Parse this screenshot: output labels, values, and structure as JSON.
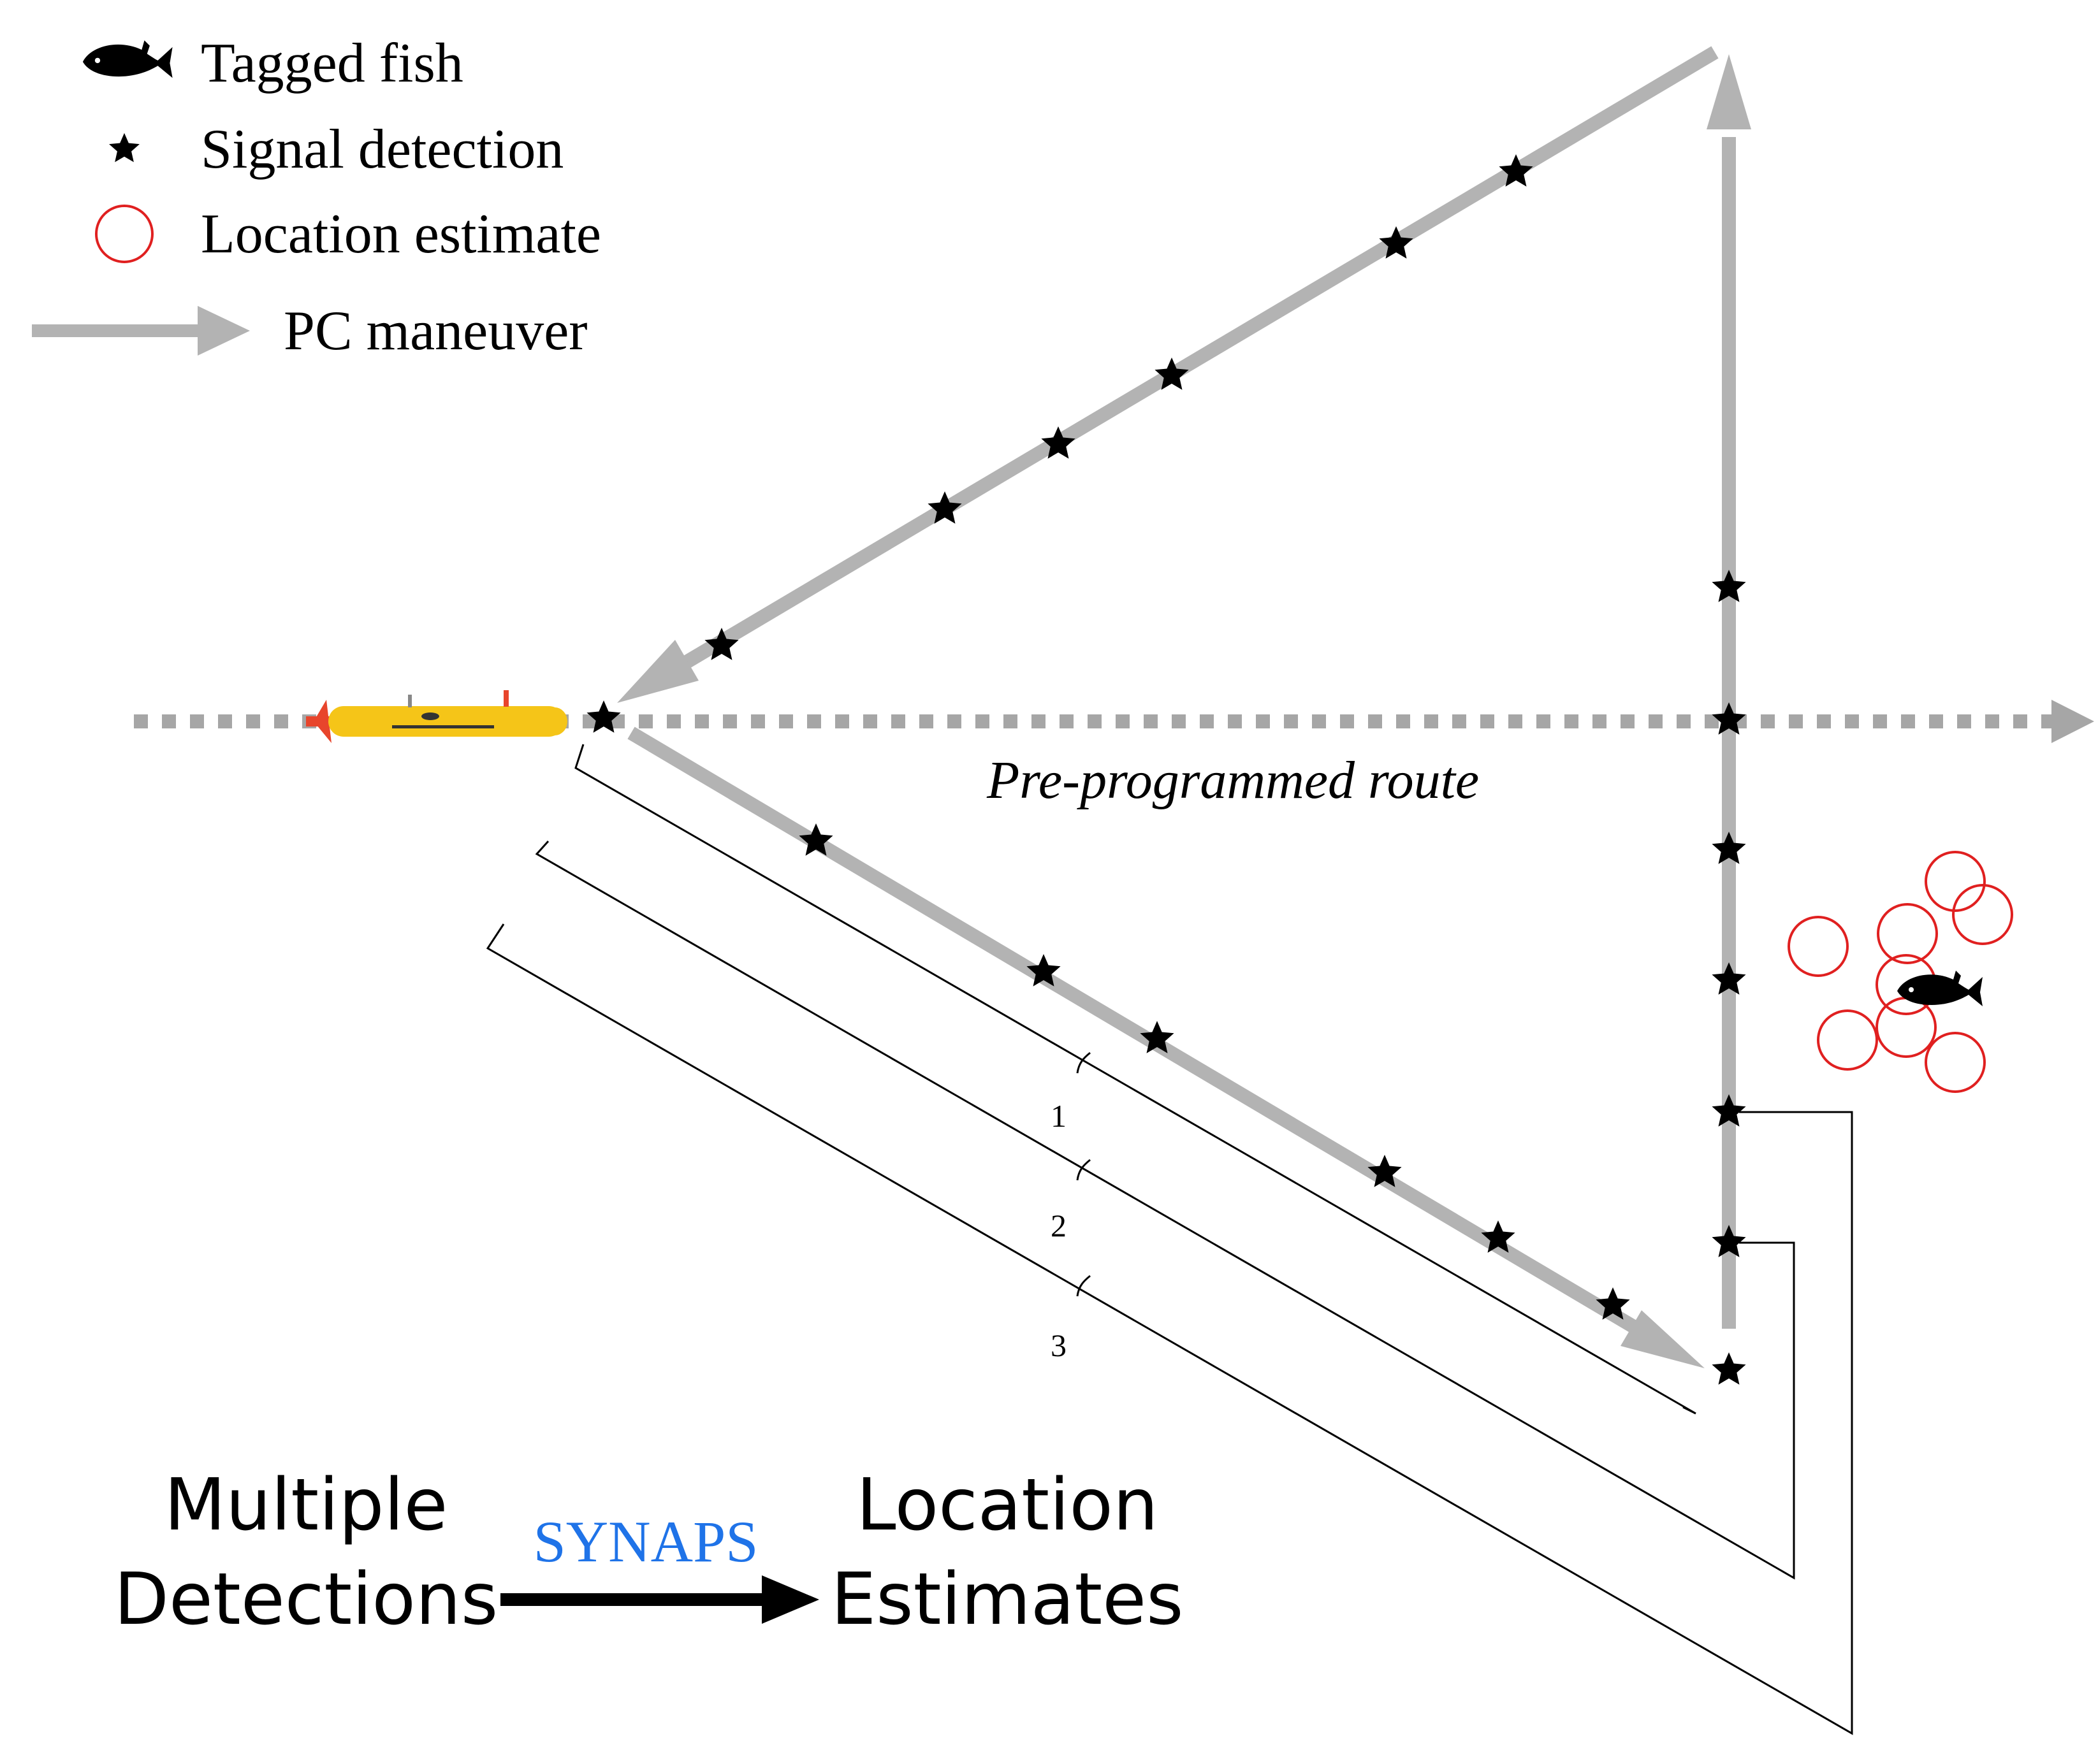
{
  "legend": {
    "tagged_fish": "Tagged fish",
    "signal_detection": "Signal detection",
    "location_estimate": "Location estimate",
    "pc_maneuver": "PC maneuver"
  },
  "route_label": "Pre-programmed route",
  "brackets": [
    "1",
    "2",
    "3"
  ],
  "flow": {
    "left_line1": "Multiple",
    "left_line2": "Detections",
    "process": "SYNAPS",
    "right_line1": "Location",
    "right_line2": "Estimates"
  },
  "colors": {
    "maneuver_path": "#b3b3b3",
    "route_dots": "#a6a6a6",
    "estimate_circle": "#e02020",
    "synaps_text": "#1f73e8",
    "vehicle_body": "#f5c518",
    "vehicle_fins": "#e8452c"
  },
  "icons": {
    "fish": "fish-icon",
    "detection": "star-icon",
    "estimate": "circle-outline-icon",
    "vehicle": "auv-icon"
  }
}
